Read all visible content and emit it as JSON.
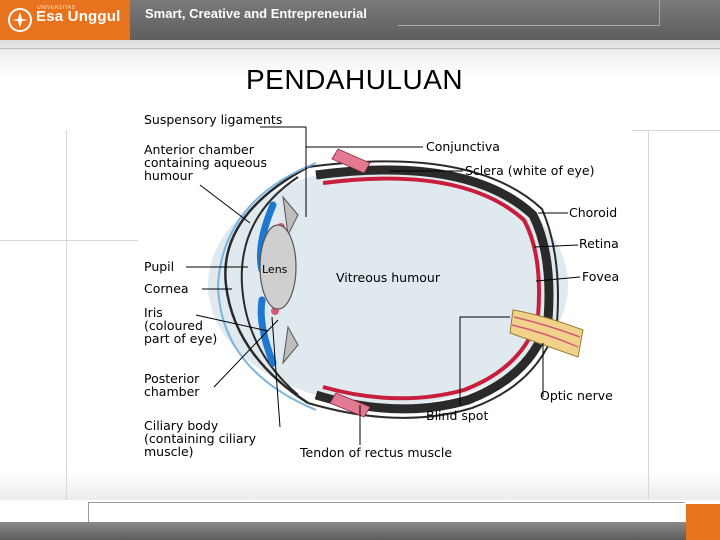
{
  "header": {
    "brand_small": "UNIVERSITAS",
    "brand": "Esa Unggul",
    "tagline": "Smart, Creative and Entrepreneurial",
    "brand_color": "#e8731e"
  },
  "slide": {
    "title": "PENDAHULUAN"
  },
  "diagram": {
    "labels": {
      "suspensory": "Suspensory ligaments",
      "anterior_1": "Anterior chamber",
      "anterior_2": "containing aqueous",
      "anterior_3": "humour",
      "pupil": "Pupil",
      "cornea": "Cornea",
      "iris_1": "Iris",
      "iris_2": "(coloured",
      "iris_3": "part of eye)",
      "posterior_1": "Posterior",
      "posterior_2": "chamber",
      "ciliary_1": "Ciliary body",
      "ciliary_2": "(containing ciliary",
      "ciliary_3": "muscle)",
      "lens": "Lens",
      "vitreous": "Vitreous humour",
      "conjunctiva": "Conjunctiva",
      "sclera": "Sclera (white of eye)",
      "choroid": "Choroid",
      "retina": "Retina",
      "fovea": "Fovea",
      "optic_nerve": "Optic nerve",
      "blind_spot": "Blind spot",
      "tendon": "Tendon of rectus muscle"
    }
  }
}
